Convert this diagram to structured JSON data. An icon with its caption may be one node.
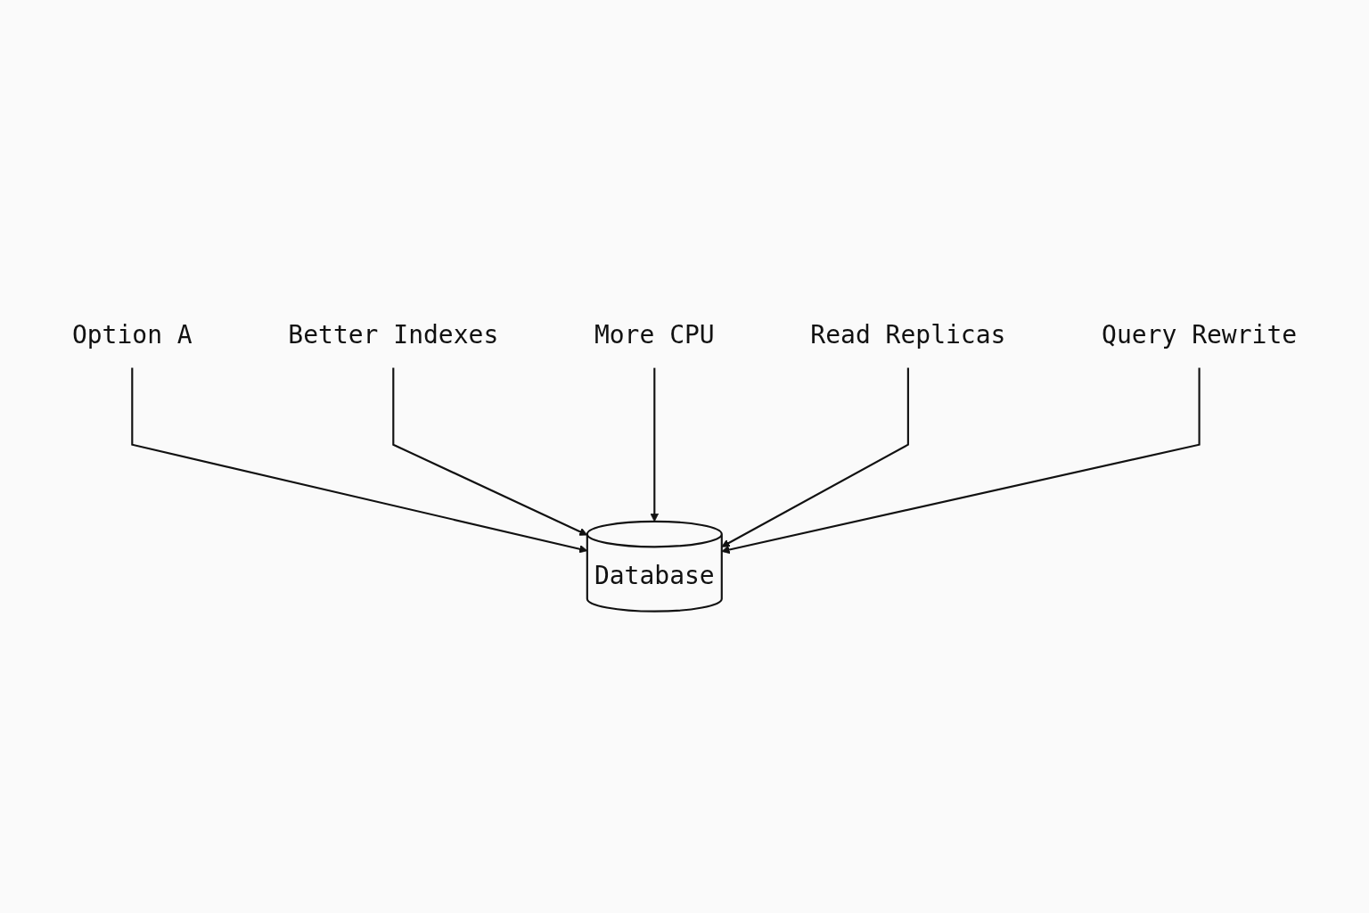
{
  "diagram": {
    "nodes": [
      {
        "text": [
          "Option A"
        ]
      },
      {
        "text": [
          "Better Indexes"
        ]
      },
      {
        "text": [
          "More CPU"
        ]
      },
      {
        "text": [
          "Read Replicas"
        ]
      },
      {
        "text": [
          "Query Rewrite"
        ]
      },
      {
        "text": [
          "Database"
        ]
      }
    ],
    "edges": [
      {
        "from": 0,
        "to": 5,
        "arrow": "to"
      },
      {
        "from": 1,
        "to": 5,
        "arrow": "to"
      },
      {
        "from": 2,
        "to": 5,
        "arrow": "to"
      },
      {
        "from": 3,
        "to": 5,
        "arrow": "to"
      },
      {
        "from": 4,
        "to": 5,
        "arrow": "to"
      }
    ]
  }
}
